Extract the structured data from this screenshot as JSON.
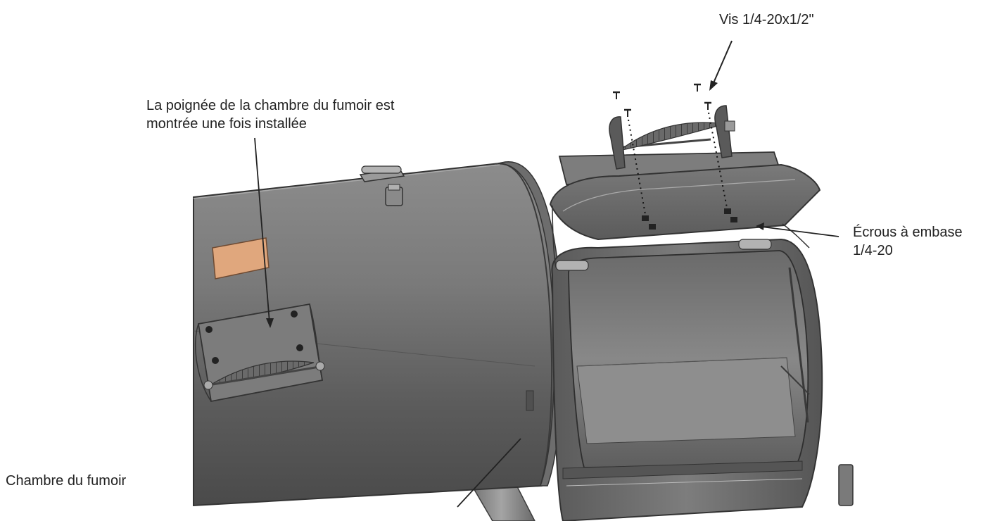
{
  "labels": {
    "screw": "Vis 1/4-20x1/2\"",
    "handle_line1": "La poignée de la chambre du fumoir est",
    "handle_line2": "montrée une fois installée",
    "nuts_line1": "Écrous à embase",
    "nuts_line2": "1/4-20",
    "chamber": "Chambre du fumoir"
  },
  "colors": {
    "metal_dark": "#4a4a4a",
    "metal_mid": "#6e6e6e",
    "metal_light": "#9a9a9a",
    "plate": "#e0a77d",
    "leader": "#222222"
  }
}
